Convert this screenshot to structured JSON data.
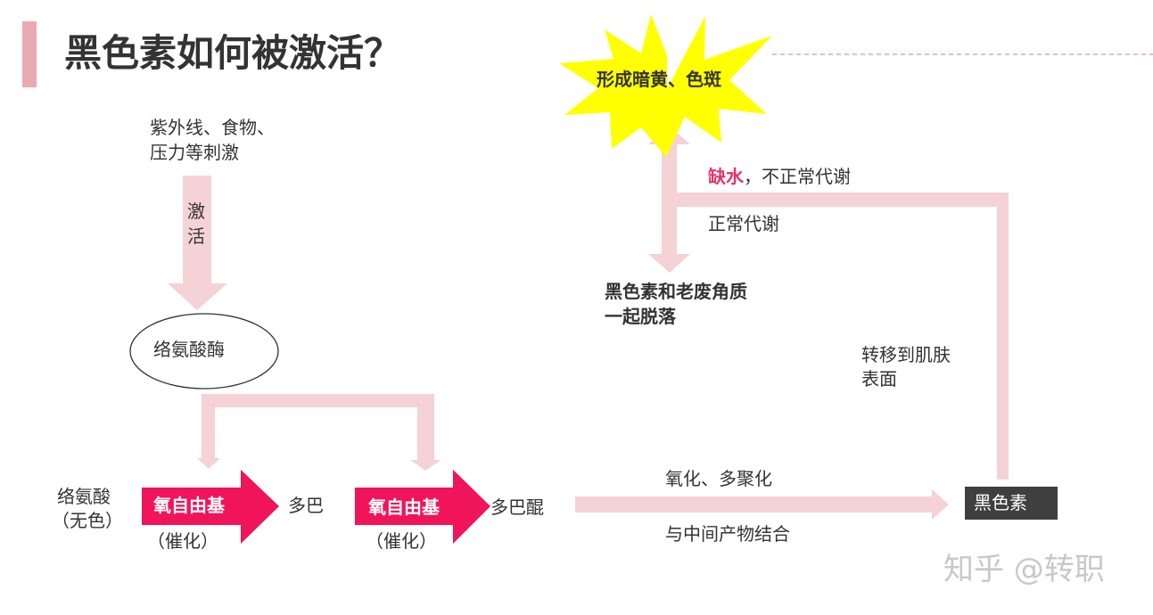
{
  "title": "黑色素如何被激活？",
  "stimulus": {
    "line1": "紫外线、食物、",
    "line2": "压力等刺激"
  },
  "activate": {
    "char1": "激",
    "char2": "活"
  },
  "enzyme": "络氨酸酶",
  "tyrosine": {
    "line1": "络氨酸",
    "line2": "（无色）"
  },
  "catalyst1": {
    "label": "氧自由基",
    "sub": "（催化）"
  },
  "dopa": "多巴",
  "catalyst2": {
    "label": "氧自由基",
    "sub": "（催化）"
  },
  "dopaquinone": "多巴醌",
  "process": {
    "above": "氧化、多聚化",
    "below": "与中间产物结合"
  },
  "melanin": "黑色素",
  "transfer": {
    "line1": "转移到肌肤",
    "line2": "表面"
  },
  "abnormal": {
    "highlight": "缺水",
    "rest": "，不正常代谢"
  },
  "normal": "正常代谢",
  "shed": {
    "line1": "黑色素和老废角质",
    "line2": "一起脱落"
  },
  "spots": "形成暗黄、色斑",
  "watermark": "知乎 @转职",
  "colors": {
    "accent_bar": "#e9a9b0",
    "flow_pink": "#f4d2d5",
    "catalyst_arrow": "#f0145a",
    "starburst": "#ffff00",
    "result_box": "#3f3f3f",
    "highlight_red": "#e8326a"
  }
}
